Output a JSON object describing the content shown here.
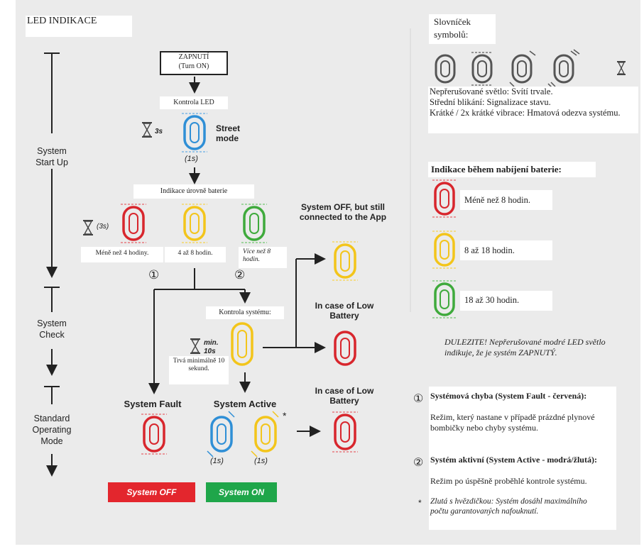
{
  "title": "LED INDIKACE",
  "phases": {
    "startup": "System Start Up",
    "check": "System Check",
    "standard": "Standard Operating Mode"
  },
  "flow": {
    "turn_on": "ZAPNUTÍ",
    "turn_on_en": "(Turn ON)",
    "led_check": "Kontrola LED",
    "timer_3s": "3s",
    "street_mode": "Street mode",
    "duration_1s": "(1s)",
    "battery_indication": "Indikace úrovně baterie",
    "timer_3s_paren": "(3s)",
    "battery_low": "Méně než 4 hodiny.",
    "battery_mid": "4 až 8 hodin.",
    "battery_high": "Více než 8 hodin.",
    "marker_1": "①",
    "marker_2": "②",
    "system_off_connected": "System OFF, but still connected to the App",
    "system_check": "Kontrola systému:",
    "min_10s": "min. 10s",
    "min_10s_note": "Trvá minimálně 10 sekund.",
    "low_battery": "In case of Low Battery",
    "system_fault": "System Fault",
    "system_active": "System Active",
    "asterisk": "*",
    "system_off_badge": "System OFF",
    "system_on_badge": "System ON"
  },
  "legend": {
    "title": "Slovníček symbolů:",
    "line1": "Nepřerušované světlo: Svítí trvale.",
    "line2": "Střední blikání: Signalizace stavu.",
    "line3": "Krátké / 2x krátké vibrace: Hmatová odezva systému.",
    "charging_title": "Indikace během nabíjení baterie:",
    "charge_red": "Méně než 8 hodin.",
    "charge_yellow": "8 až 18 hodin.",
    "charge_green": "18 až 30 hodin.",
    "important": "DULEZITE! Nepřerušované modré LED světlo indikuje, že je systém ZAPNUTÝ.",
    "note1_title": "Systémová chyba (System Fault - červená):",
    "note1_text": "Režim, který nastane v případě prázdné plynové bombičky nebo chyby systému.",
    "note2_title": "Systém aktivní (System Active - modrá/žlutá):",
    "note2_text": "Režim po úspěšně proběhlé kontrole systému.",
    "note3": "Zlutá s hvězdičkou: Systém dosáhl maximálního počtu garantovaných nafouknutí."
  },
  "colors": {
    "red": "#d8262d",
    "yellow": "#f3c51b",
    "green": "#3faa3c",
    "blue": "#2f8fd6",
    "badge_off": "#e3262d",
    "badge_on": "#1fa64a",
    "background": "#ebebeb"
  }
}
